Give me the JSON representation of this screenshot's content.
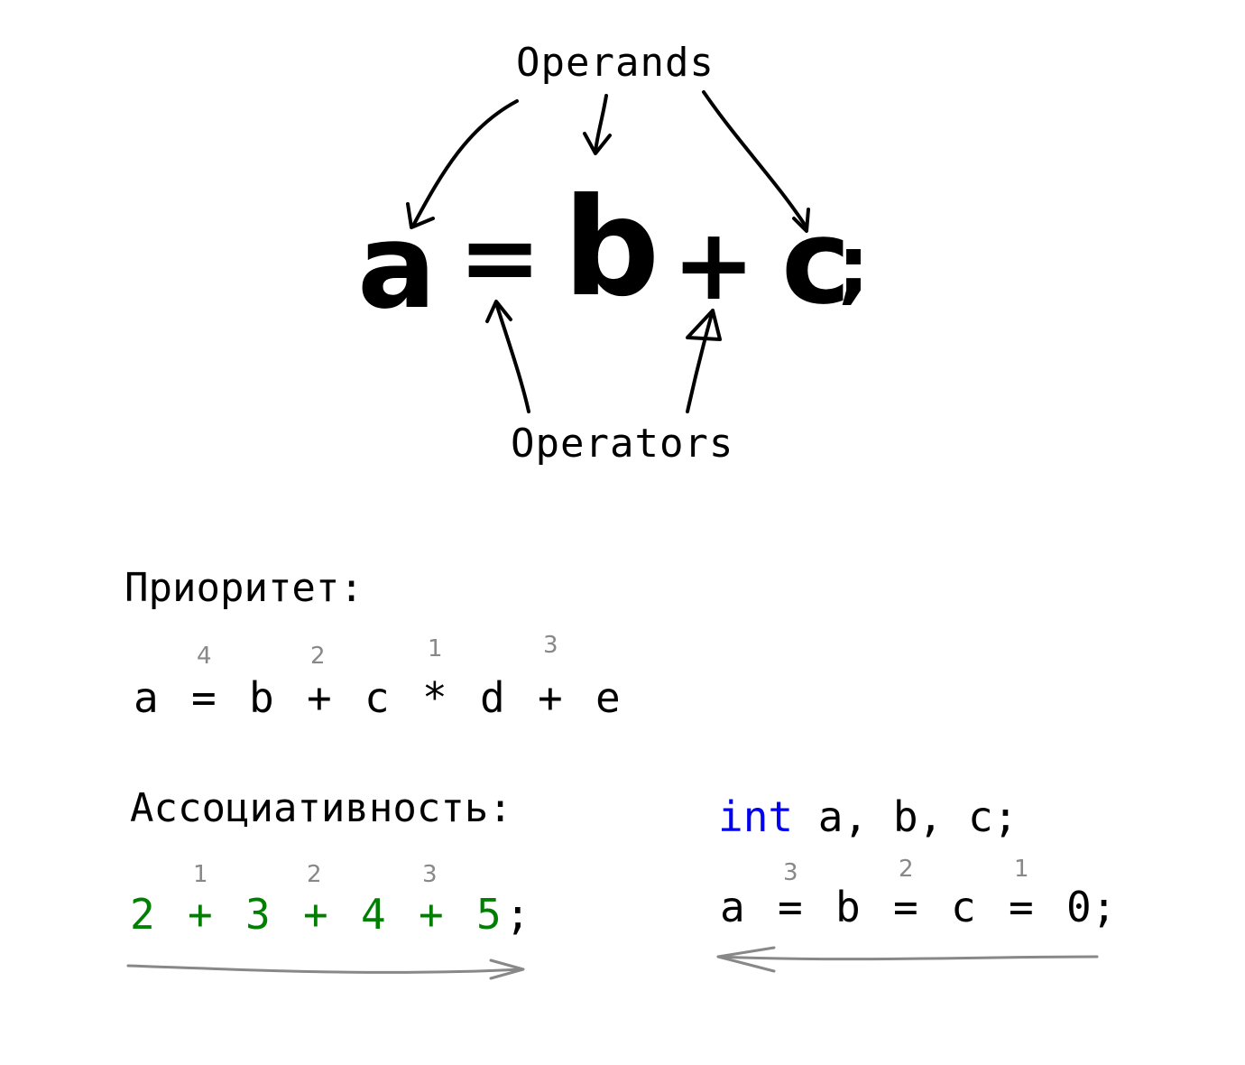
{
  "top_diagram": {
    "operands_label": "Operands",
    "operators_label": "Operators",
    "expression": {
      "a": "a",
      "eq": "=",
      "b": "b",
      "plus": "+",
      "c": "c",
      "semi": ";"
    }
  },
  "precedence": {
    "heading": "Приоритет:",
    "tokens": [
      "a",
      "=",
      "b",
      "+",
      "c",
      "*",
      "d",
      "+",
      "e"
    ],
    "order_marks": [
      "4",
      "2",
      "1",
      "3"
    ]
  },
  "associativity": {
    "heading": "Ассоциативность:",
    "left_tokens": [
      "2",
      "+",
      "3",
      "+",
      "4",
      "+",
      "5",
      ";"
    ],
    "left_order_marks": [
      "1",
      "2",
      "3"
    ],
    "decl_keyword": "int",
    "decl_rest": " a, b, c;",
    "right_tokens": [
      "a",
      "=",
      "b",
      "=",
      "c",
      "=",
      "0;"
    ],
    "right_order_marks": [
      "3",
      "2",
      "1"
    ]
  },
  "colors": {
    "keyword": "#0000ee",
    "literal": "#008000",
    "sketch": "#888888",
    "ink": "#000000"
  }
}
